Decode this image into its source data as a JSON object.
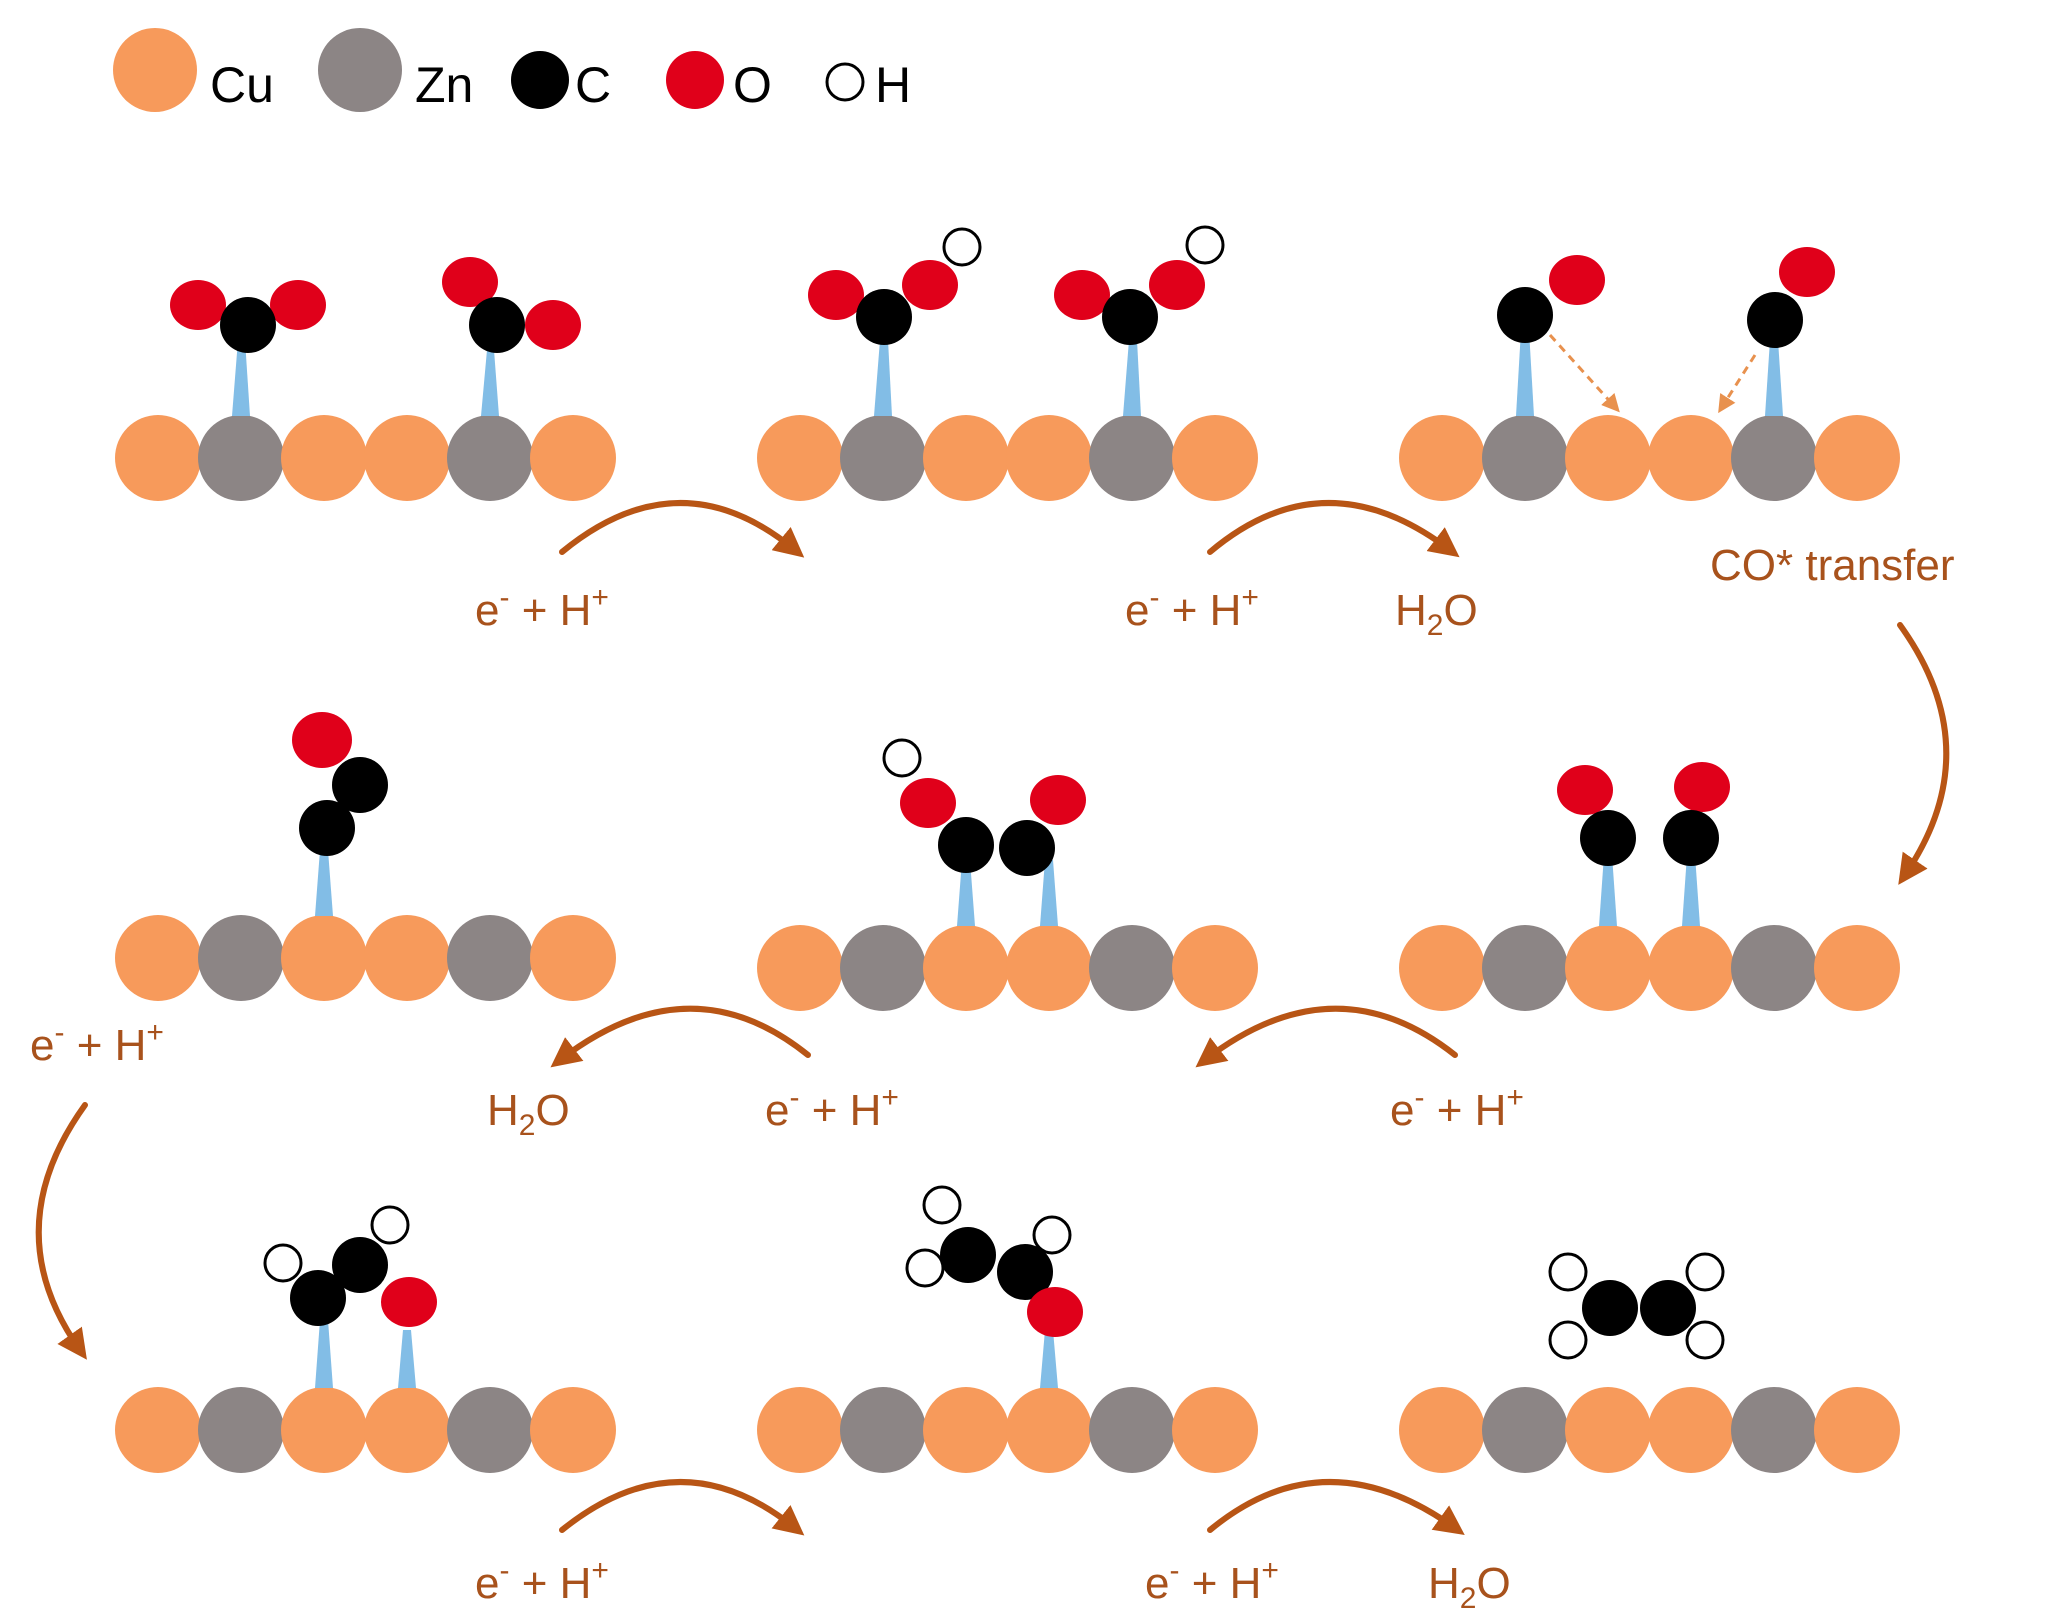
{
  "legend": {
    "cu": "Cu",
    "zn": "Zn",
    "c": "C",
    "o": "O",
    "h": "H"
  },
  "labels": {
    "e": "e",
    "minus": "-",
    "plus_h": " + H",
    "plus": "+",
    "h2o_h": "H",
    "h2o_2": "2",
    "h2o_o": "O",
    "co_transfer": "CO* transfer"
  },
  "colors": {
    "cu": "#f79a5b",
    "zn": "#8c8585",
    "c": "#000000",
    "o": "#e0001a",
    "h": "#ffffff",
    "bond": "#82bde6",
    "arrow": "#b85515",
    "text": "#a8521c"
  }
}
